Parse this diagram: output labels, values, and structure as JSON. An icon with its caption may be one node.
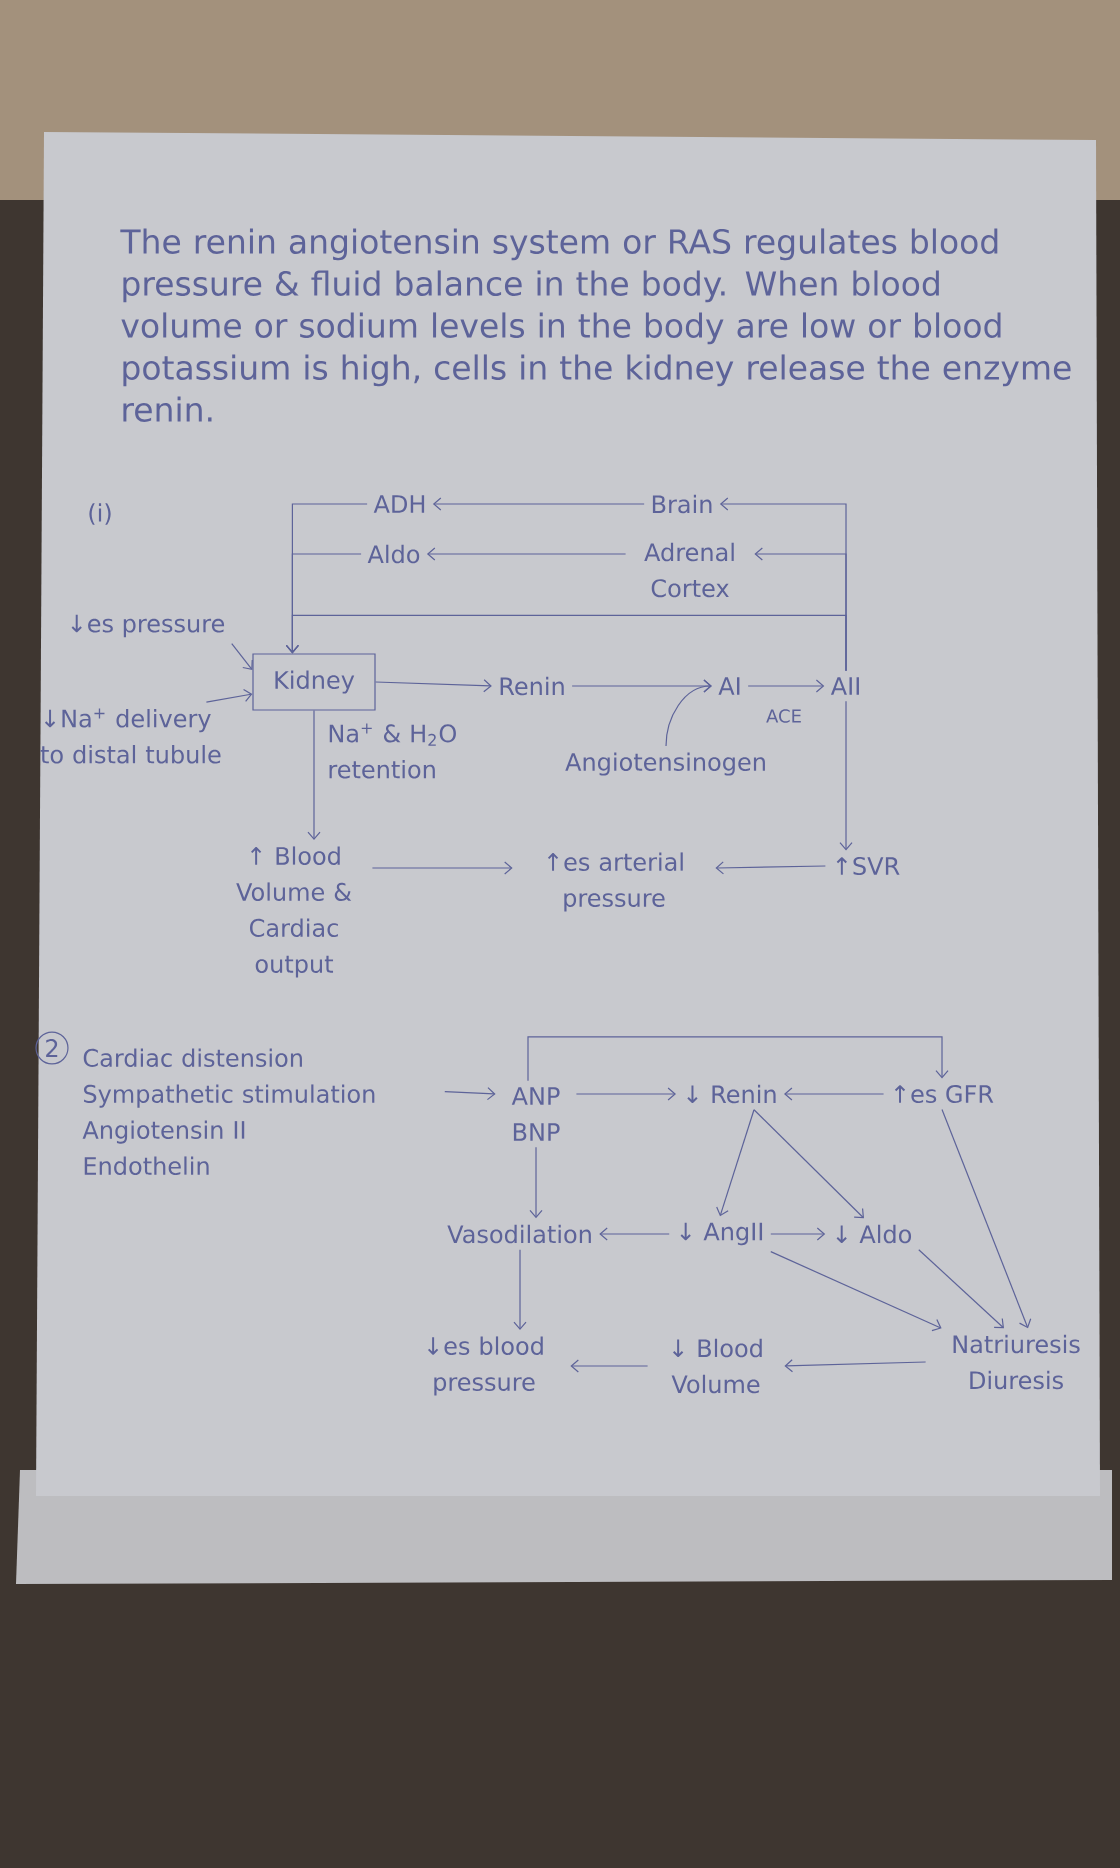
{
  "diagram": {
    "nodes": [
      {
        "text": [
          "ADH"
        ]
      },
      {
        "text": [
          "Brain"
        ]
      },
      {
        "text": [
          "Aldo"
        ]
      },
      {
        "text": [
          "Adrenal Cortex"
        ]
      },
      {
        "text": [
          "↓es pressure"
        ]
      },
      {
        "text": [
          "Kidney"
        ]
      },
      {
        "text": [
          "↓Na$^{+}$ delivery to distal tubule"
        ]
      },
      {
        "text": [
          "Renin"
        ]
      },
      {
        "text": [
          "AI"
        ]
      },
      {
        "text": [
          "AII"
        ]
      },
      {
        "text": [
          "Angiotensinogen"
        ]
      },
      {
        "text": [
          "↑ Blood Volume & Cardiac output"
        ]
      },
      {
        "text": [
          "↑es arterial pressure"
        ]
      },
      {
        "text": [
          "↑SVR"
        ]
      },
      {
        "text": [
          "Cardiac distension",
          "Sympathetic stimulation",
          "Angiotensin II",
          "Endothelin"
        ]
      },
      {
        "text": [
          "ANP BNP"
        ]
      },
      {
        "text": [
          "↓ Renin"
        ]
      },
      {
        "text": [
          "↑es GFR"
        ]
      },
      {
        "text": [
          "Vasodilation"
        ]
      },
      {
        "text": [
          "↓ AngII"
        ]
      },
      {
        "text": [
          "↓ Aldo"
        ]
      },
      {
        "text": [
          "↓es blood pressure"
        ]
      },
      {
        "text": [
          "↓ Blood Volume"
        ]
      },
      {
        "text": [
          "Natriuresis Diuresis"
        ]
      }
    ],
    "edges": [
      {
        "from": 1,
        "to": 0,
        "arrow": "to"
      },
      {
        "from": 3,
        "to": 2,
        "arrow": "to"
      },
      {
        "from": 0,
        "to": 5,
        "arrow": "to"
      },
      {
        "from": 2,
        "to": 5,
        "arrow": "to"
      },
      {
        "from": 9,
        "to": 1,
        "arrow": "to"
      },
      {
        "from": 9,
        "to": 3,
        "arrow": "to"
      },
      {
        "from": 9,
        "to": 5,
        "arrow": "to"
      },
      {
        "from": 4,
        "to": 5,
        "arrow": "to"
      },
      {
        "from": 6,
        "to": 5,
        "arrow": "to"
      },
      {
        "from": 5,
        "to": 7,
        "arrow": "to"
      },
      {
        "from": 7,
        "to": 8,
        "arrow": "to"
      },
      {
        "from": 10,
        "to": 8,
        "arrow": "to"
      },
      {
        "from": 8,
        "to": 9,
        "arrow": "to",
        "label": "ACE"
      },
      {
        "from": 5,
        "to": 11,
        "arrow": "to",
        "label": "Na$^{+}$ & H$_{2}$O retention"
      },
      {
        "from": 9,
        "to": 13,
        "arrow": "to"
      },
      {
        "from": 11,
        "to": 12,
        "arrow": "to"
      },
      {
        "from": 13,
        "to": 12,
        "arrow": "to"
      },
      {
        "from": 14,
        "to": 15,
        "arrow": "to"
      },
      {
        "from": 15,
        "to": 16,
        "arrow": "to"
      },
      {
        "from": 17,
        "to": 16,
        "arrow": "to"
      },
      {
        "from": 15,
        "to": 17,
        "arrow": "to"
      },
      {
        "from": 15,
        "to": 18,
        "arrow": "to"
      },
      {
        "from": 16,
        "to": 19,
        "arrow": "to"
      },
      {
        "from": 16,
        "to": 20,
        "arrow": "to"
      },
      {
        "from": 19,
        "to": 18,
        "arrow": "to"
      },
      {
        "from": 19,
        "to": 20,
        "arrow": "to"
      },
      {
        "from": 19,
        "to": 23,
        "arrow": "to"
      },
      {
        "from": 20,
        "to": 23,
        "arrow": "to"
      },
      {
        "from": 17,
        "to": 23,
        "arrow": "to"
      },
      {
        "from": 18,
        "to": 21,
        "arrow": "to"
      },
      {
        "from": 23,
        "to": 22,
        "arrow": "to"
      },
      {
        "from": 22,
        "to": 21,
        "arrow": "to"
      }
    ],
    "labels": [
      "The renin angiotensin system or RAS regulates blood pressure & fluid balance in the body. When blood volume or sodium levels in the body are low or blood potassium is high, cells in the kidney release the enzyme renin.",
      "(i)",
      "2"
    ]
  }
}
